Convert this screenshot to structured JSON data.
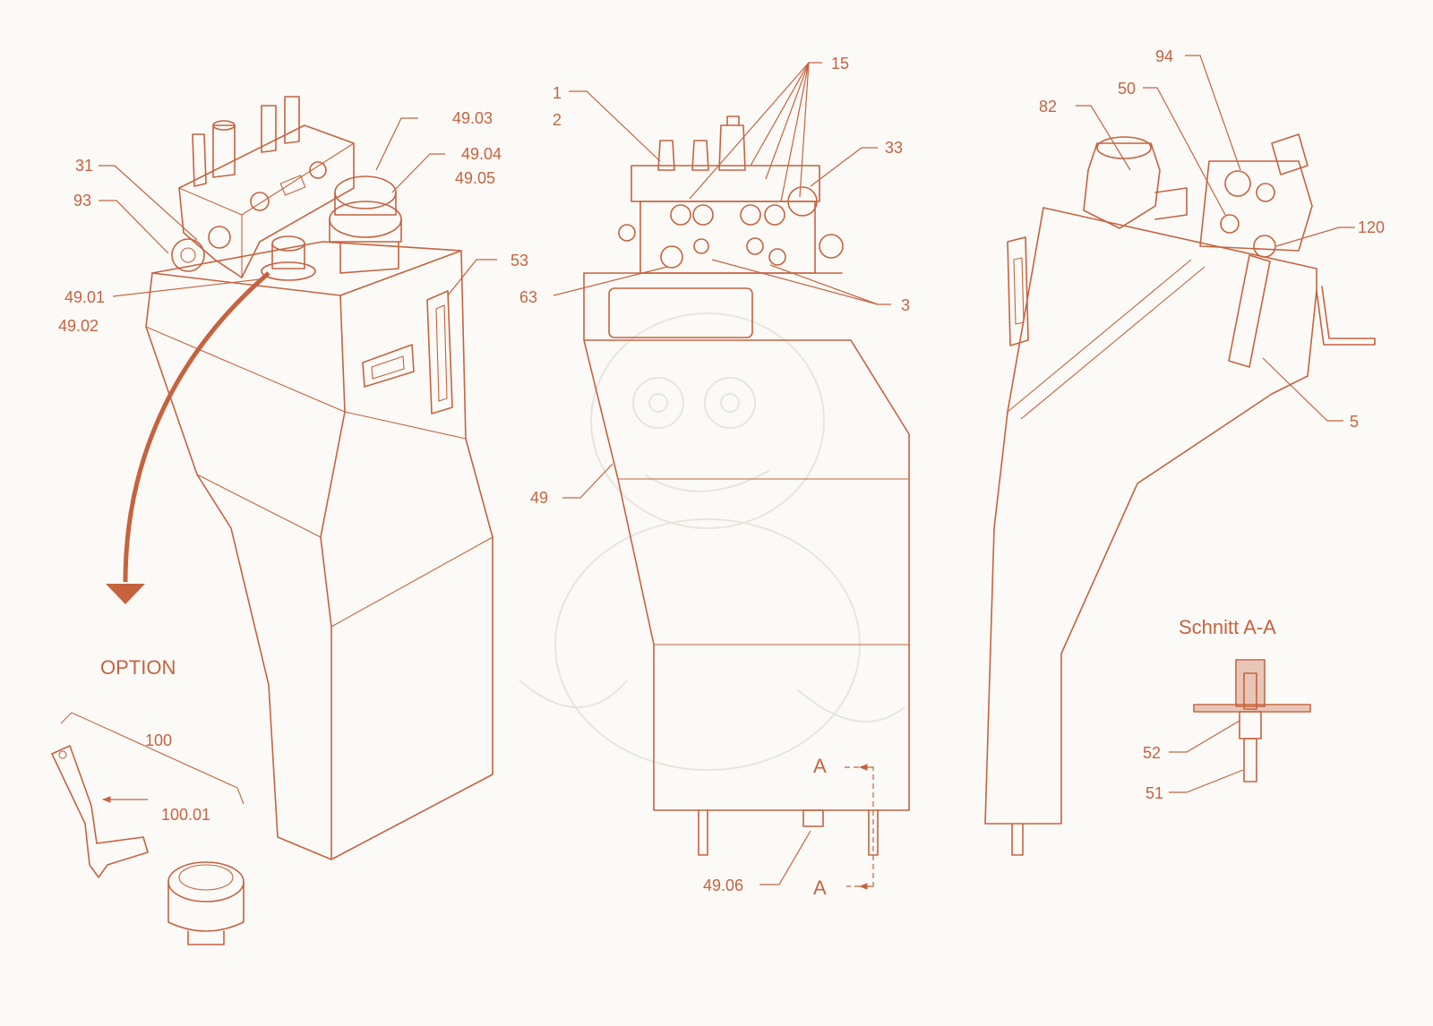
{
  "colors": {
    "line": "#c6633f",
    "background": "#fbfaf7"
  },
  "callouts": {
    "c1": "1",
    "c2": "2",
    "c15": "15",
    "c33": "33",
    "c3": "3",
    "c63": "63",
    "c49": "49",
    "c4906": "49.06",
    "c4903": "49.03",
    "c4904": "49.04",
    "c4905": "49.05",
    "c31": "31",
    "c93": "93",
    "c4901": "49.01",
    "c4902": "49.02",
    "c53": "53",
    "c100": "100",
    "c10001": "100.01",
    "c94": "94",
    "c50": "50",
    "c82": "82",
    "c120": "120",
    "c5": "5",
    "c52": "52",
    "c51": "51"
  },
  "labels": {
    "option": "OPTION",
    "section_title": "Schnitt A-A",
    "section_mark_top": "A",
    "section_mark_bottom": "A"
  }
}
